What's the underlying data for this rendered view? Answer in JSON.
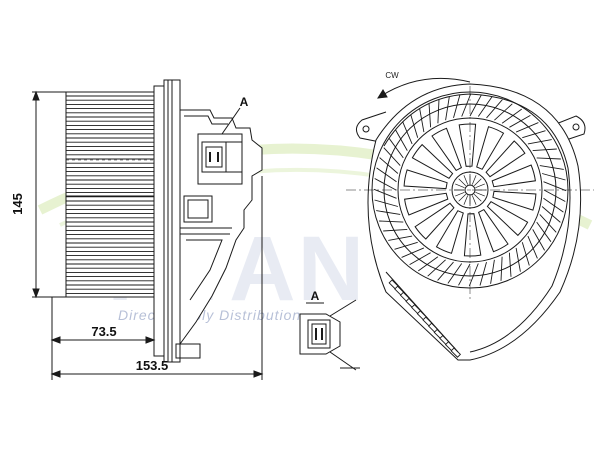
{
  "watermark": {
    "brand": "TITAN",
    "tagline": "Direct Supply Distribution",
    "text_color": "#9aa8cc",
    "swoosh_color": "#c9e39a"
  },
  "side_view": {
    "height_dim": "145",
    "depth_dim": "73.5",
    "overall_dim": "153.5",
    "detail_marker": "A"
  },
  "front_view": {
    "rotation": "CW"
  },
  "detail_view": {
    "title": "A"
  },
  "colors": {
    "line": "#1a1a1a",
    "fill": "#ffffff"
  }
}
